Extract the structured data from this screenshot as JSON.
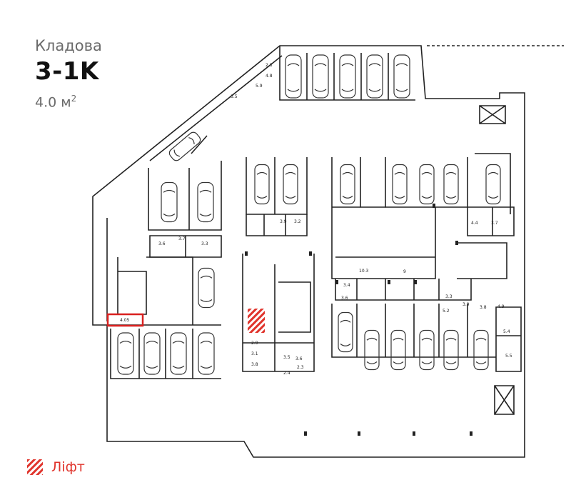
{
  "header": {
    "type_label": "Кладова",
    "unit_code": "3-1K",
    "area_value": "4.0 м",
    "area_sup": "2"
  },
  "legend": {
    "lift_label": "Ліфт"
  },
  "colors": {
    "highlight": "#d9201f",
    "lift_hatch": "#e0342c",
    "lines": "#222222"
  },
  "plan": {
    "selected_unit_label": "4.05",
    "room_labels": [
      "2.3",
      "3.5",
      "5.9",
      "4.8",
      "3.6",
      "3.7",
      "3.3",
      "3.9",
      "3.2",
      "4.4",
      "3.7",
      "10.3",
      "9",
      "3.4",
      "3.3",
      "3.6",
      "3.9",
      "3.8",
      "4.9",
      "5.2",
      "5.4",
      "5.5",
      "2.9",
      "3.1",
      "3.8",
      "3.5",
      "3.6",
      "2.4",
      "2.3"
    ]
  }
}
